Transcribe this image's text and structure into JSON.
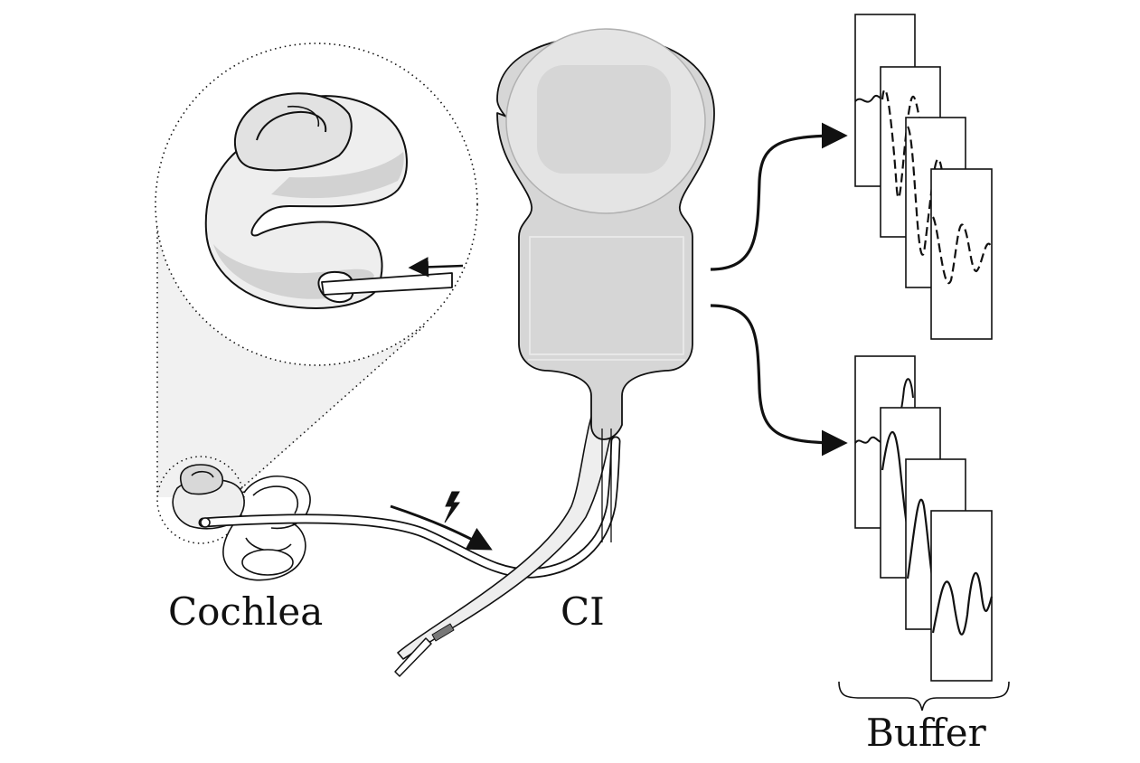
{
  "labels": {
    "cochlea": "Cochlea",
    "ci": "CI",
    "buffer": "Buffer"
  },
  "colors": {
    "stroke": "#111111",
    "device_fill": "#d6d6d6",
    "device_light": "#ececec",
    "cochlea_fill": "#eeeeee",
    "cochlea_shade": "#d2d2d2",
    "zoom_fill": "#f1f1f1",
    "trace_gray": "#9a9a9a"
  },
  "icons": [
    "lightning-icon",
    "arrow-icon"
  ],
  "buffers": {
    "top_group_trace": "dashed",
    "bottom_group_trace": "solid",
    "frames_per_group": 4
  }
}
